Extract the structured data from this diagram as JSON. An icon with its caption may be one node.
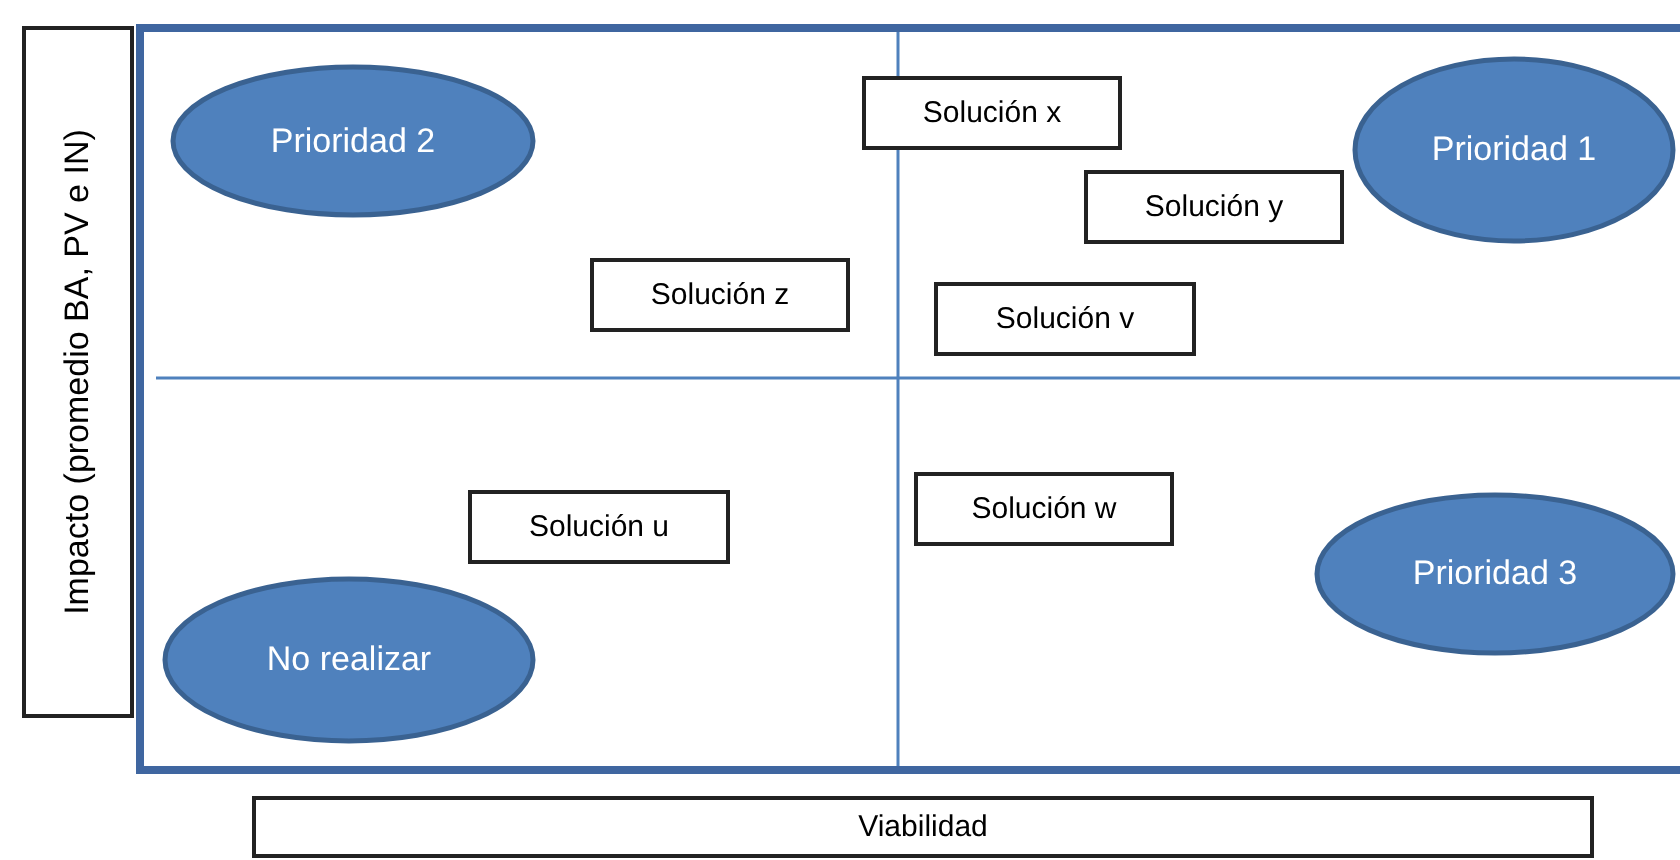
{
  "diagram": {
    "nodes": [
      {
        "text": [
          "Impacto (promedio BA, PV e IN)"
        ]
      },
      {
        "text": [],
        "shape": "box"
      },
      {
        "text": [
          "Prioridad 2"
        ],
        "in": 1
      },
      {
        "text": [
          "Solución x"
        ],
        "in": 1
      },
      {
        "text": [
          "Prioridad 1"
        ],
        "in": 1
      },
      {
        "text": [
          "Solución y"
        ],
        "in": 1
      },
      {
        "text": [
          "Solución z"
        ],
        "in": 1
      },
      {
        "text": [
          "Solución v"
        ],
        "in": 1
      },
      {
        "text": [
          "Solución w"
        ],
        "in": 1
      },
      {
        "text": [
          "Solución u"
        ],
        "in": 1
      },
      {
        "text": [
          "Prioridad 3"
        ],
        "in": 1
      },
      {
        "text": [
          "No realizar"
        ],
        "in": 1
      },
      {
        "text": [
          "Viabilidad"
        ]
      }
    ]
  }
}
